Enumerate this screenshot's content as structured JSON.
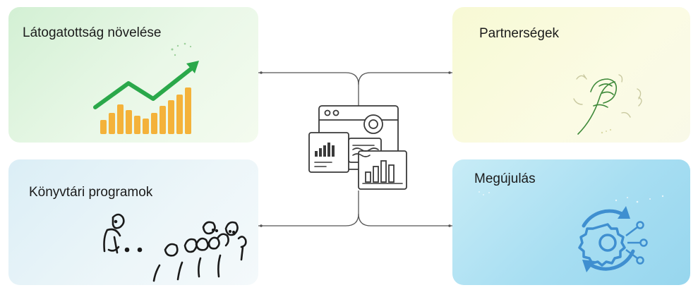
{
  "cards": {
    "top_left": {
      "title": "Látogatottság növelése"
    },
    "top_right": {
      "title": "Partnerségek"
    },
    "bottom_left": {
      "title": "Könyvtári programok"
    },
    "bottom_right": {
      "title": "Megújulás"
    }
  },
  "center": {
    "icon": "dashboard-analytics-icon"
  },
  "colors": {
    "growth_green": "#2aa84a",
    "bar_orange": "#f4b23a",
    "gear_blue": "#3f8fd0",
    "line_gray": "#555555"
  }
}
